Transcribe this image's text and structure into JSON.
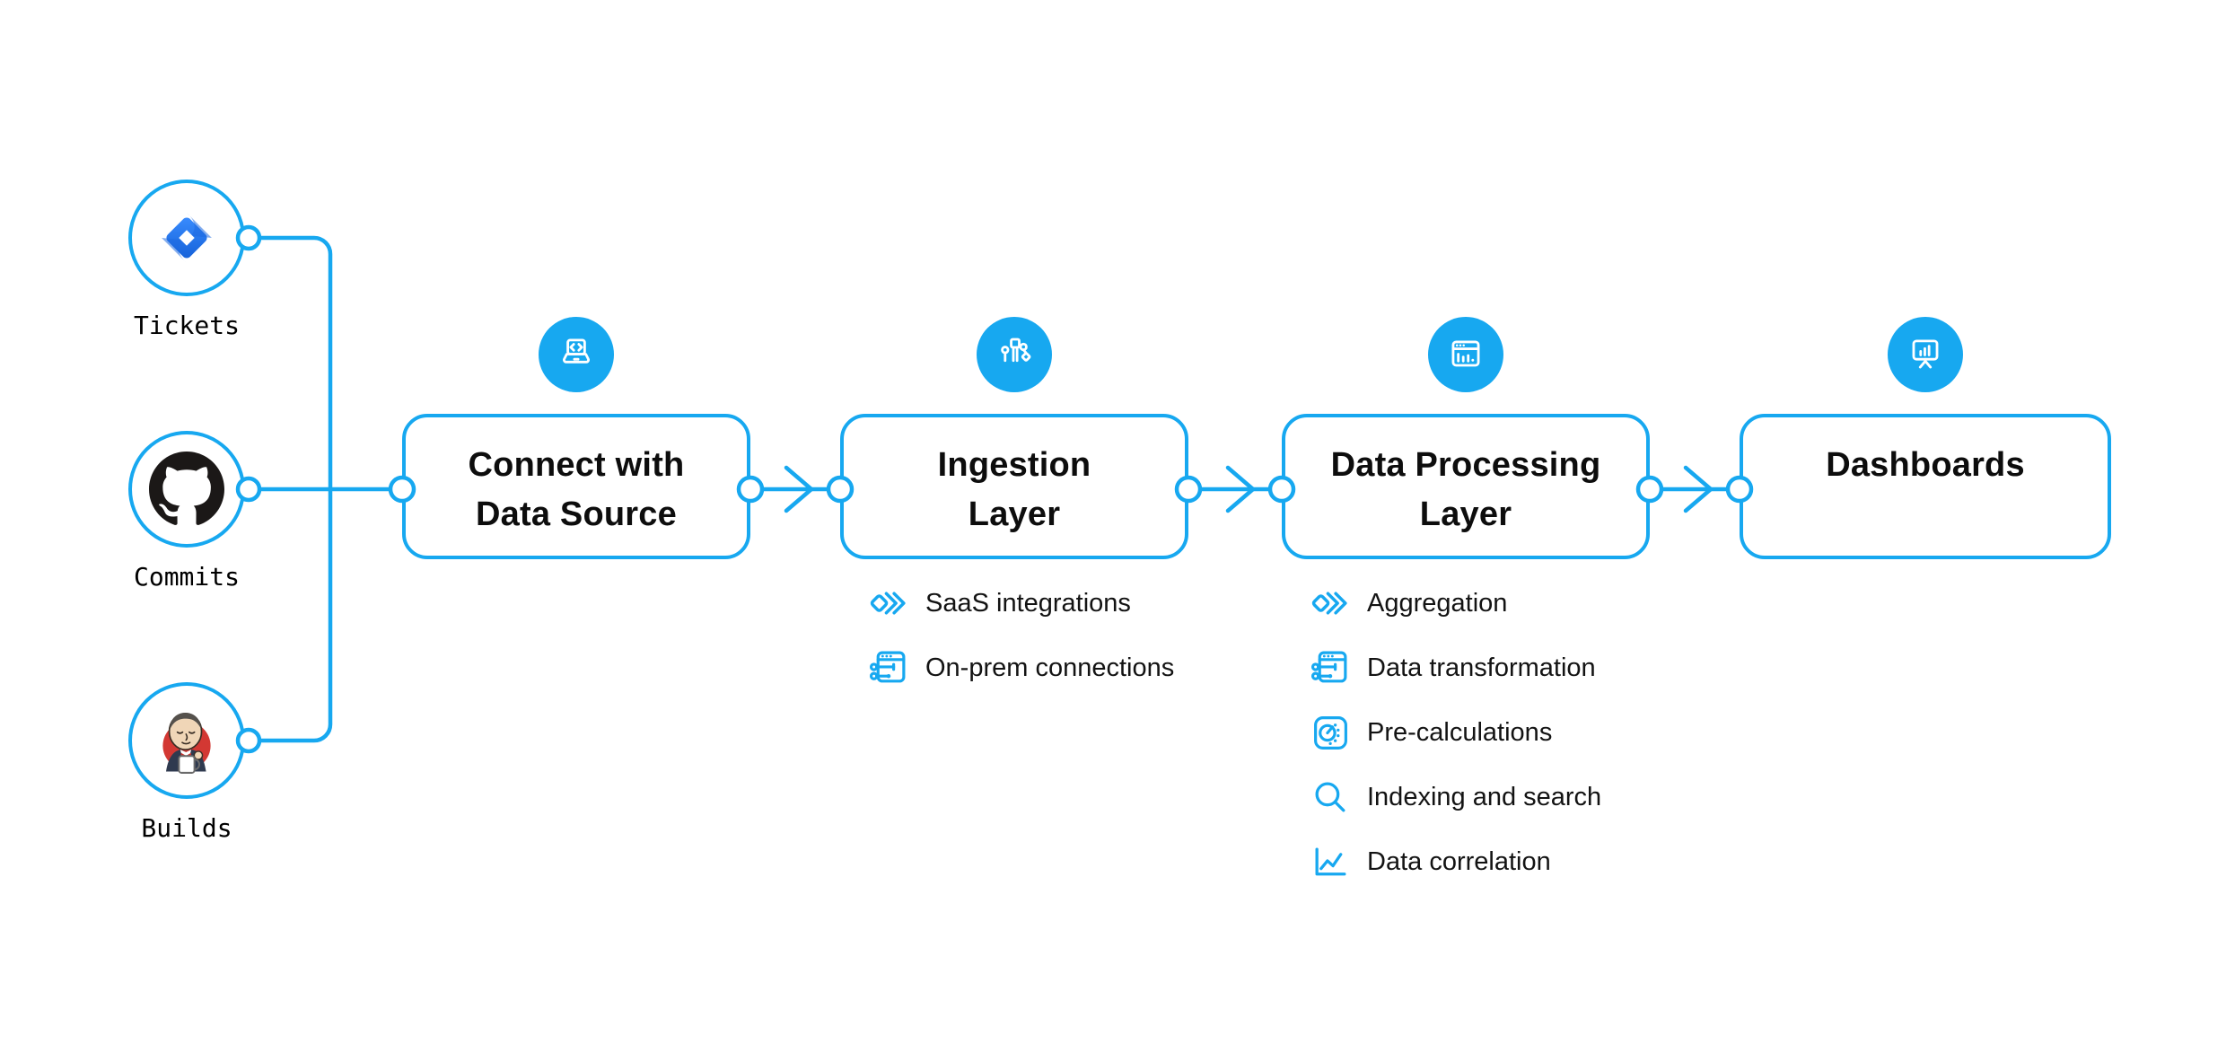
{
  "diagram": {
    "colors": {
      "accent_blue": "#17A8F0",
      "title_text": "#0D0D0D",
      "label_text": "#131313",
      "jira_blue": "#2684FF",
      "github_black": "#1B1817",
      "jenkins_red": "#D33833"
    },
    "sources": [
      {
        "label": "Tickets",
        "icon": "jira-icon"
      },
      {
        "label": "Commits",
        "icon": "github-icon"
      },
      {
        "label": "Builds",
        "icon": "jenkins-icon"
      }
    ],
    "steps": [
      {
        "title_lines": [
          "Connect with",
          "Data Source"
        ],
        "icon": "laptop-code-icon",
        "features": []
      },
      {
        "title_lines": [
          "Ingestion",
          "Layer"
        ],
        "icon": "circuit-branches-icon",
        "features": [
          {
            "label": "SaaS integrations",
            "icon": "diamonds-icon"
          },
          {
            "label": "On-prem connections",
            "icon": "sliders-window-icon"
          }
        ]
      },
      {
        "title_lines": [
          "Data Processing",
          "Layer"
        ],
        "icon": "browser-chart-icon",
        "features": [
          {
            "label": "Aggregation",
            "icon": "diamonds-icon"
          },
          {
            "label": "Data transformation",
            "icon": "sliders-window-icon"
          },
          {
            "label": "Pre-calculations",
            "icon": "gauge-icon"
          },
          {
            "label": "Indexing and search",
            "icon": "search-icon"
          },
          {
            "label": "Data correlation",
            "icon": "line-chart-icon"
          }
        ]
      },
      {
        "title_lines": [
          "Dashboards"
        ],
        "icon": "presentation-chart-icon",
        "features": []
      }
    ]
  }
}
